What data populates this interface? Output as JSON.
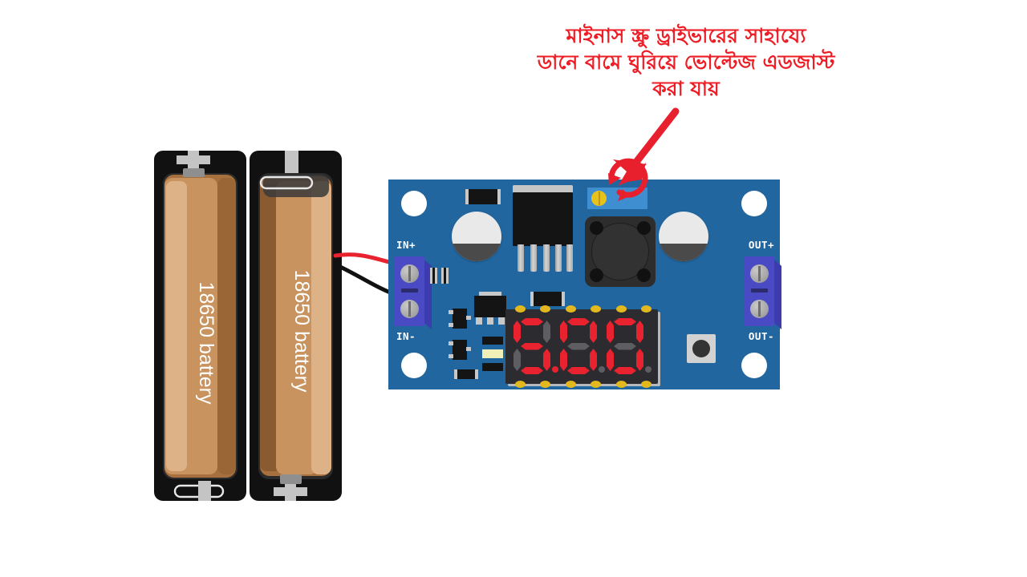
{
  "scene": {
    "title": "18650 battery pack wired to LM2596 adjustable buck converter module",
    "background_color": "#ffffff"
  },
  "annotation": {
    "text": "মাইনাস স্ক্রু ড্রাইভারের সাহায্যে\nডানে বামে ঘুরিয়ে ভোল্টেজ এডজাস্ট\nকরা যায়",
    "color": "#ee1c25",
    "arrow_color": "#e81f2d",
    "rotate_indicator": "circular-arrow-clockwise",
    "points_to": "trimmer-potentiometer"
  },
  "battery_pack": {
    "holder_color": "#111111",
    "battery_count": 2,
    "batteries": [
      {
        "label": "18650 battery",
        "color": "#c8935f",
        "terminal_top": "positive-spring",
        "terminal_bottom": "negative-flat"
      },
      {
        "label": "18650 battery",
        "color": "#c8935f",
        "terminal_top": "negative-flat",
        "terminal_bottom": "positive-spring"
      }
    ]
  },
  "wires": [
    {
      "name": "positive-wire",
      "color": "#e8232f",
      "from": "battery-pack",
      "to": "IN+"
    },
    {
      "name": "negative-wire",
      "color": "#111111",
      "from": "battery-pack",
      "to": "IN-"
    }
  ],
  "board": {
    "name": "LM2596 buck converter module",
    "pcb_color": "#21669f",
    "terminals": {
      "in_plus": "IN+",
      "in_minus": "IN-",
      "out_plus": "OUT+",
      "out_minus": "OUT-"
    },
    "components": {
      "regulator": "TO-220 switching regulator IC",
      "inductor": "shielded power inductor",
      "capacitor_input": "input electrolytic capacitor",
      "capacitor_output": "output electrolytic capacitor",
      "trimmer": "multi-turn trimmer potentiometer",
      "button": "display mode tact switch"
    },
    "mounting_holes": 4
  },
  "display": {
    "value": "5.00",
    "digits": [
      {
        "char": "5",
        "segments": {
          "a": true,
          "b": false,
          "c": true,
          "d": true,
          "e": false,
          "f": true,
          "g": true
        },
        "dp": true
      },
      {
        "char": "0",
        "segments": {
          "a": true,
          "b": true,
          "c": true,
          "d": true,
          "e": true,
          "f": true,
          "g": false
        },
        "dp": false
      },
      {
        "char": "0",
        "segments": {
          "a": true,
          "b": true,
          "c": true,
          "d": true,
          "e": true,
          "f": true,
          "g": false
        },
        "dp": false
      }
    ],
    "segment_on_color": "#e8232f",
    "segment_off_color": "#5e5e62",
    "bezel_color": "#2c2c30",
    "pad_color": "#e3b81f",
    "pad_count_top": 6,
    "pad_count_bottom": 6
  }
}
